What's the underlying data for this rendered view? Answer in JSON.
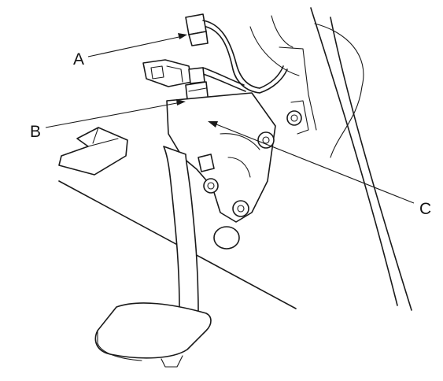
{
  "callouts": [
    {
      "id": "A",
      "label": "A"
    },
    {
      "id": "B",
      "label": "B"
    },
    {
      "id": "C",
      "label": "C"
    }
  ],
  "colors": {
    "line": "#1a1a1a",
    "background": "#ffffff"
  }
}
